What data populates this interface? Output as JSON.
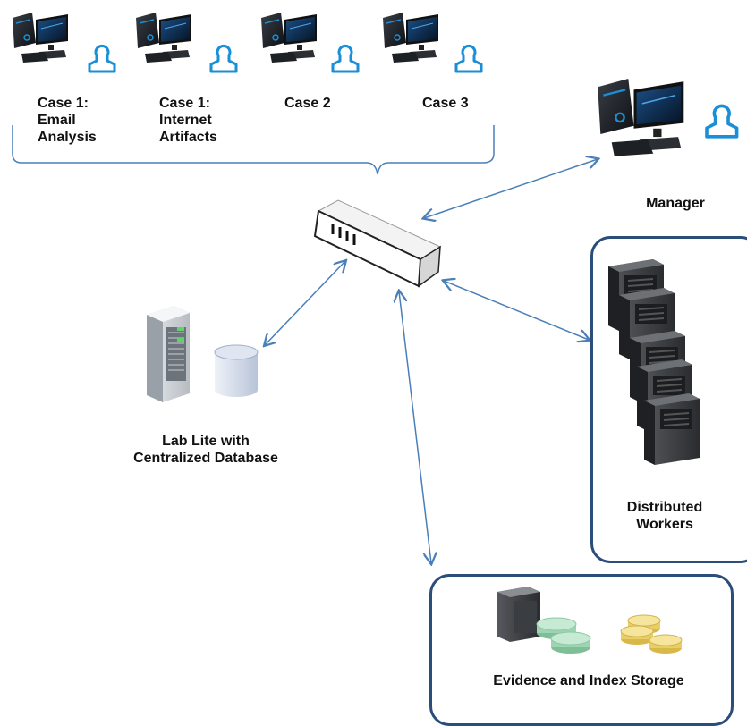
{
  "workstations": [
    {
      "label": "Case 1:\nEmail\nAnalysis"
    },
    {
      "label": "Case 1:\nInternet\nArtifacts"
    },
    {
      "label": "Case 2"
    },
    {
      "label": "Case 3"
    }
  ],
  "manager": {
    "label": "Manager"
  },
  "lab_lite": {
    "label": "Lab Lite with\nCentralized Database"
  },
  "workers": {
    "label": "Distributed\nWorkers"
  },
  "storage": {
    "label": "Evidence and Index Storage"
  },
  "colors": {
    "accent": "#1a8fd6",
    "box_border": "#2b4d7a",
    "arrow": "#4a7fb8"
  }
}
